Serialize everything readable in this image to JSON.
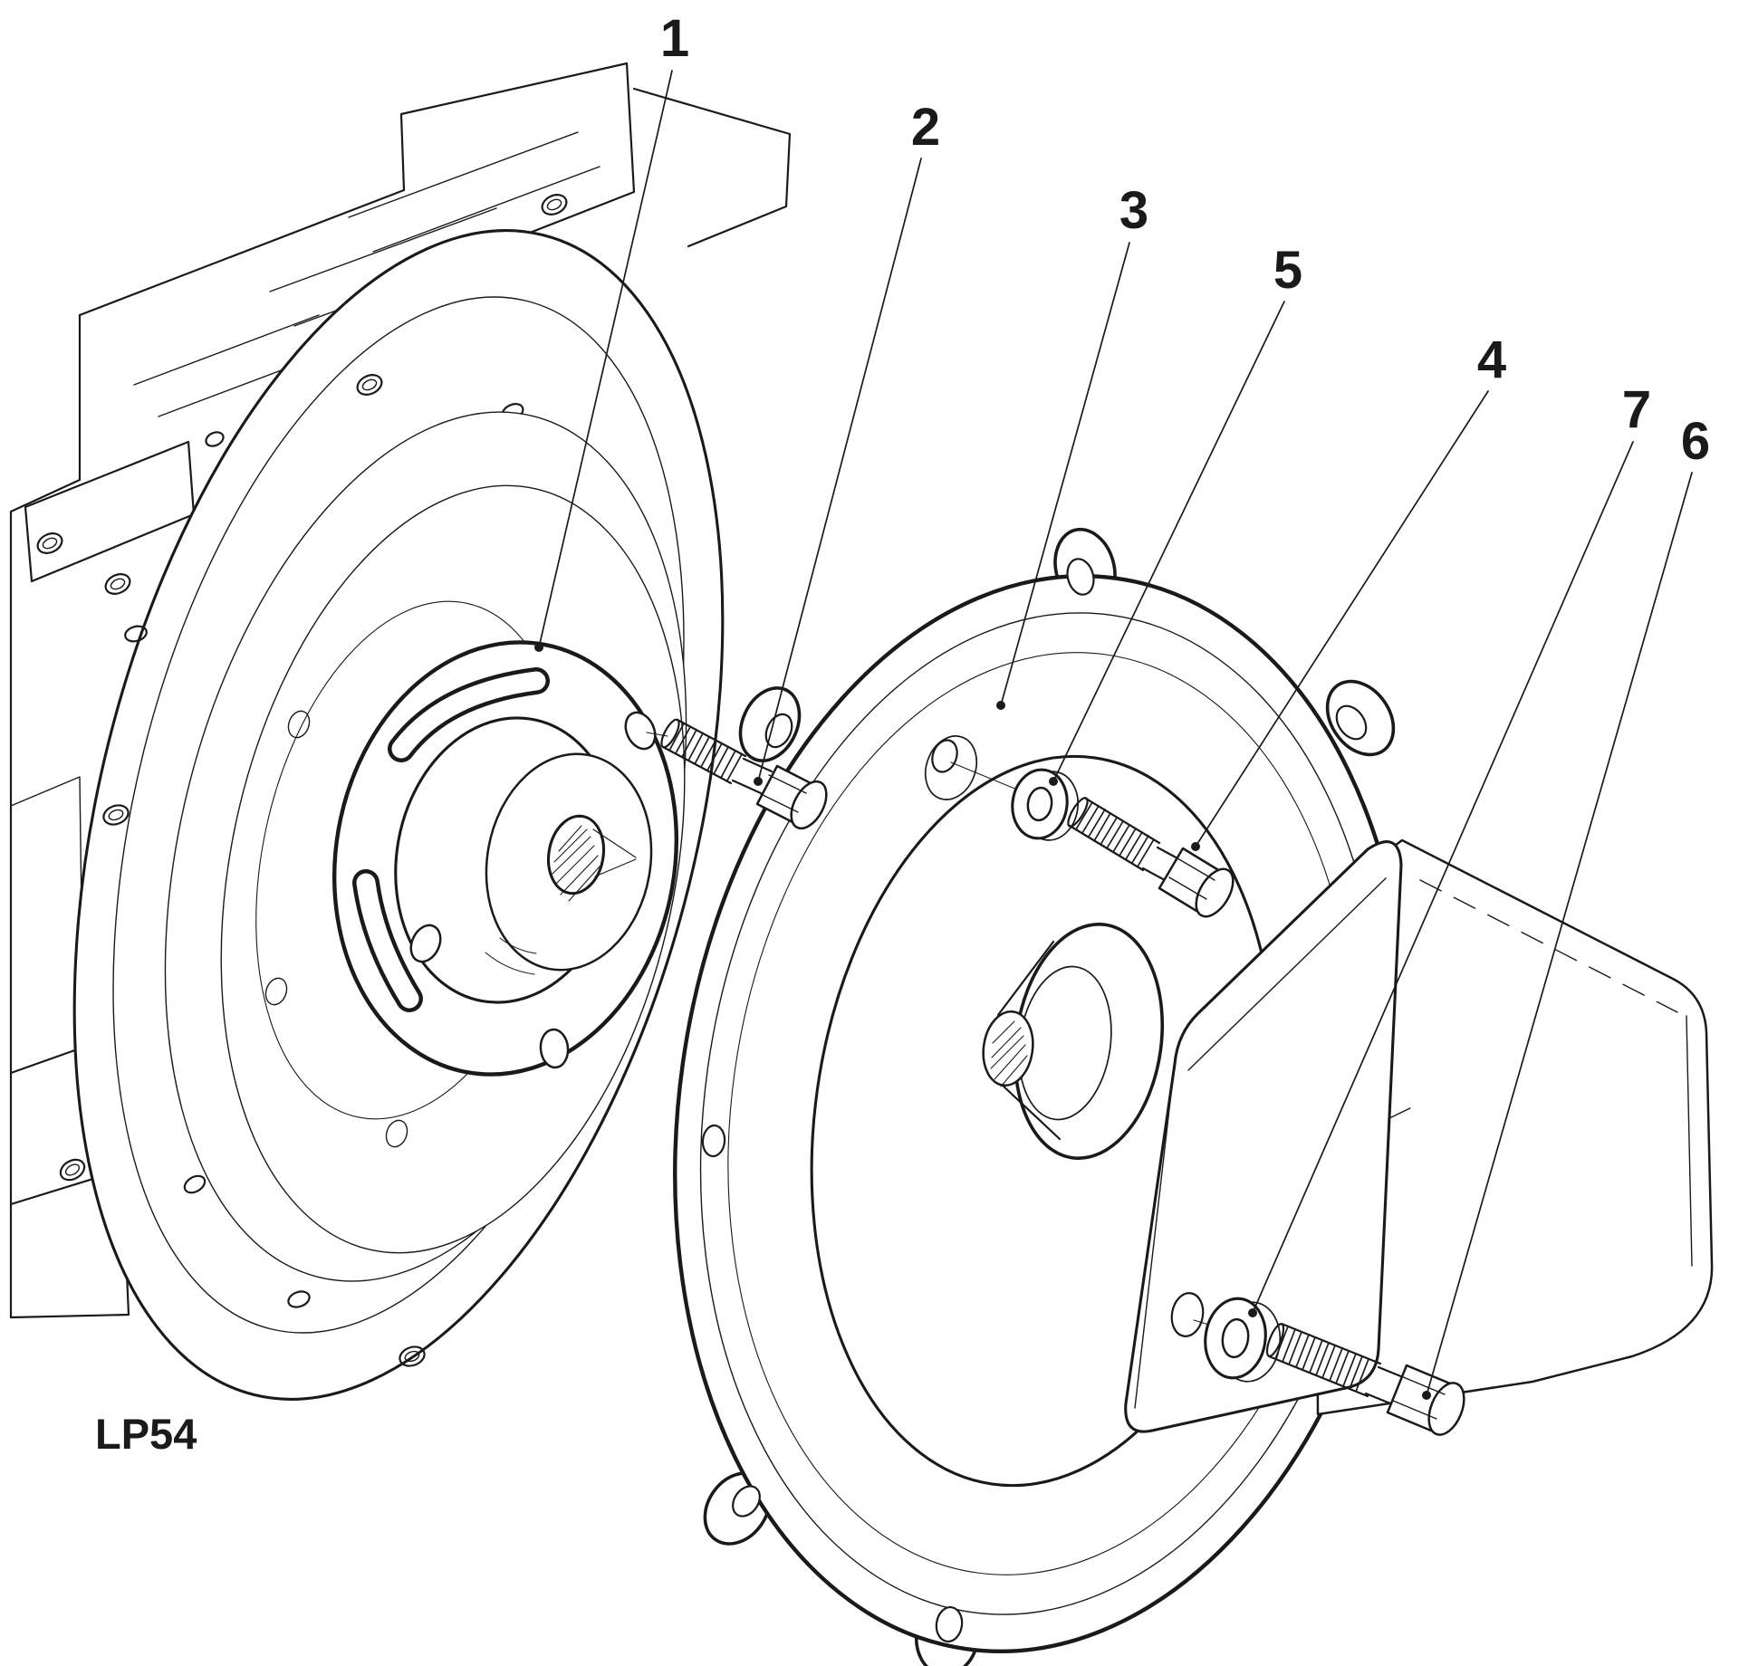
{
  "figure": {
    "code_label": "LP54",
    "callouts": [
      {
        "label": "1"
      },
      {
        "label": "2"
      },
      {
        "label": "3"
      },
      {
        "label": "5"
      },
      {
        "label": "4"
      },
      {
        "label": "7"
      },
      {
        "label": "6"
      }
    ]
  },
  "colors": {
    "ink": "#1a1a1a",
    "paper": "#ffffff"
  }
}
